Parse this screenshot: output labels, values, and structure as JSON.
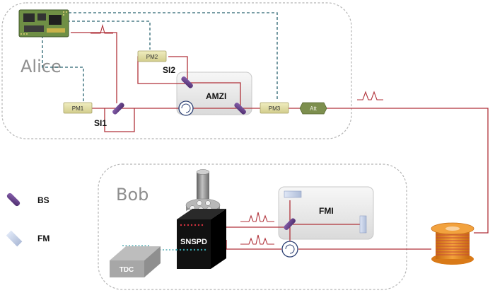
{
  "regions": {
    "alice": "Alice",
    "bob": "Bob"
  },
  "components": {
    "pm1": "PM1",
    "pm2": "PM2",
    "pm3": "PM3",
    "si1": "SI1",
    "si2": "SI2",
    "amzi": "AMZI",
    "att": "Att",
    "fmi": "FMI",
    "snspd": "SNSPD",
    "tdc": "TDC"
  },
  "legend": [
    {
      "label": "BS",
      "icon": "beam-splitter-icon"
    },
    {
      "label": "FM",
      "icon": "faraday-mirror-icon"
    }
  ],
  "colors": {
    "fiber": "#b0323a",
    "control_line": "#2a6470",
    "detector_dots": "#3aa0a8",
    "beam_splitter": "#6a3f8e",
    "modulator": "#e0dca0",
    "attenuator": "#7d8f4e",
    "spool": "#e3901f",
    "region_border": "#b5b5b5"
  }
}
